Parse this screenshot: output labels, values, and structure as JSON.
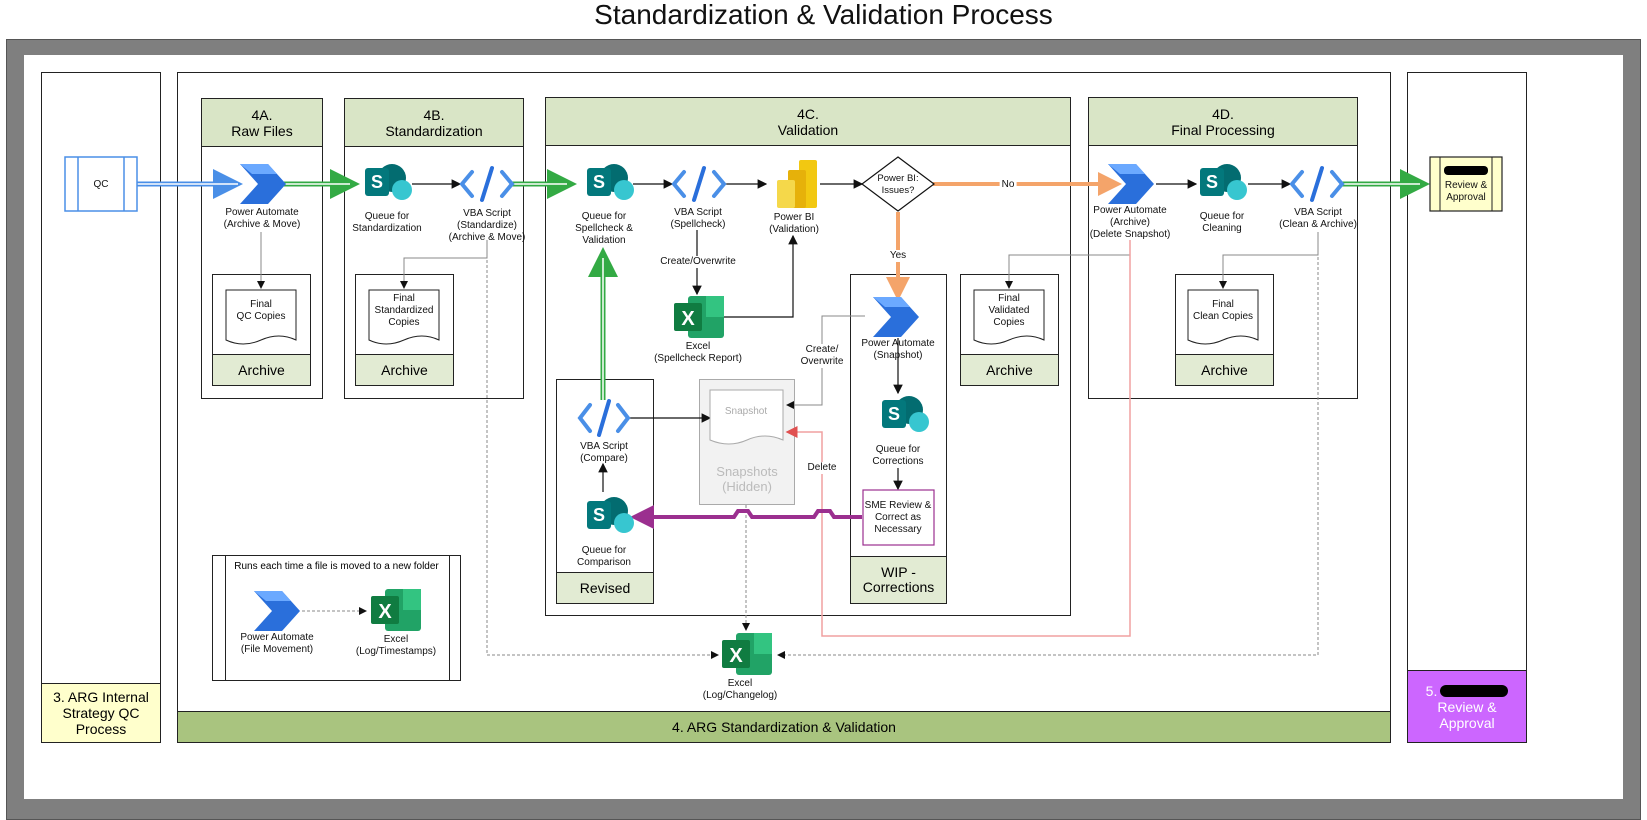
{
  "title": "Standardization & Validation Process",
  "colors": {
    "stage_header": "#d9e5c6",
    "archive_footer": "#e2ebd3",
    "qc_lane_footer": "#ffffcc",
    "std_lane_footer": "#a9c47f",
    "review_lane_footer": "#cc66ff",
    "green_flow": "#33aa44",
    "blue_flow": "#4a8fe7",
    "orange_flow": "#f4a46a",
    "purple_flow": "#9b2f8f",
    "red_flow": "#e05050"
  },
  "lanes": {
    "qc": {
      "footer": "3. ARG Internal Strategy QC Process"
    },
    "std": {
      "footer": "4. ARG Standardization & Validation"
    },
    "review": {
      "footer_num": "5.",
      "footer": "Review & Approval"
    }
  },
  "stages": {
    "a": {
      "num": "4A.",
      "name": "Raw Files"
    },
    "b": {
      "num": "4B.",
      "name": "Standardization"
    },
    "c": {
      "num": "4C.",
      "name": "Validation"
    },
    "d": {
      "num": "4D.",
      "name": "Final Processing"
    }
  },
  "nodes": {
    "qc": "QC",
    "pa_archive_move": [
      "Power Automate",
      "(Archive & Move)"
    ],
    "queue_std": [
      "Queue for",
      "Standardization"
    ],
    "vba_std": [
      "VBA Script",
      "(Standardize)",
      "(Archive & Move)"
    ],
    "queue_spell": [
      "Queue for",
      "Spellcheck &",
      "Validation"
    ],
    "vba_spell": [
      "VBA Script",
      "(Spellcheck)"
    ],
    "pbi_valid": [
      "Power BI",
      "(Validation)"
    ],
    "decision": [
      "Power BI:",
      "Issues?"
    ],
    "pa_delete": [
      "Power Automate",
      "(Archive)",
      "(Delete Snapshot)"
    ],
    "queue_clean": [
      "Queue for",
      "Cleaning"
    ],
    "vba_clean": [
      "VBA Script",
      "(Clean & Archive)"
    ],
    "review": [
      "Review &",
      "Approval"
    ],
    "excel_spell": [
      "Excel",
      "(Spellcheck Report)"
    ],
    "pa_snapshot": [
      "Power Automate",
      "(Snapshot)"
    ],
    "queue_corr": [
      "Queue for",
      "Corrections"
    ],
    "sme": [
      "SME Review &",
      "Correct as",
      "Necessary"
    ],
    "vba_compare": [
      "VBA Script",
      "(Compare)"
    ],
    "queue_compare": [
      "Queue for",
      "Comparison"
    ],
    "snapshot_doc": "Snapshot",
    "excel_log": [
      "Excel",
      "(Log/Changelog)"
    ],
    "pa_file": [
      "Power Automate",
      "(File Movement)"
    ],
    "excel_ts": [
      "Excel",
      "(Log/Timestamps)"
    ]
  },
  "docs": {
    "a": [
      "Final",
      "QC Copies"
    ],
    "b": [
      "Final",
      "Standardized",
      "Copies"
    ],
    "c": [
      "Final",
      "Validated",
      "Copies"
    ],
    "d": [
      "Final",
      "Clean Copies"
    ]
  },
  "containers": {
    "archive_a": "Archive",
    "archive_b": "Archive",
    "archive_c": "Archive",
    "archive_d": "Archive",
    "revised": "Revised",
    "wip": "WIP - Corrections",
    "snapshots": "Snapshots (Hidden)"
  },
  "edge_labels": {
    "no": "No",
    "yes": "Yes",
    "create_overwrite": "Create/Overwrite",
    "create_overwrite_2": [
      "Create/",
      "Overwrite"
    ],
    "delete": "Delete"
  },
  "legend": {
    "title": "Runs each time a file is moved to a new folder"
  },
  "icons": {
    "power_automate": "power-automate-icon",
    "sharepoint": "sharepoint-icon",
    "vba": "code-icon",
    "power_bi": "power-bi-icon",
    "excel": "excel-icon"
  }
}
